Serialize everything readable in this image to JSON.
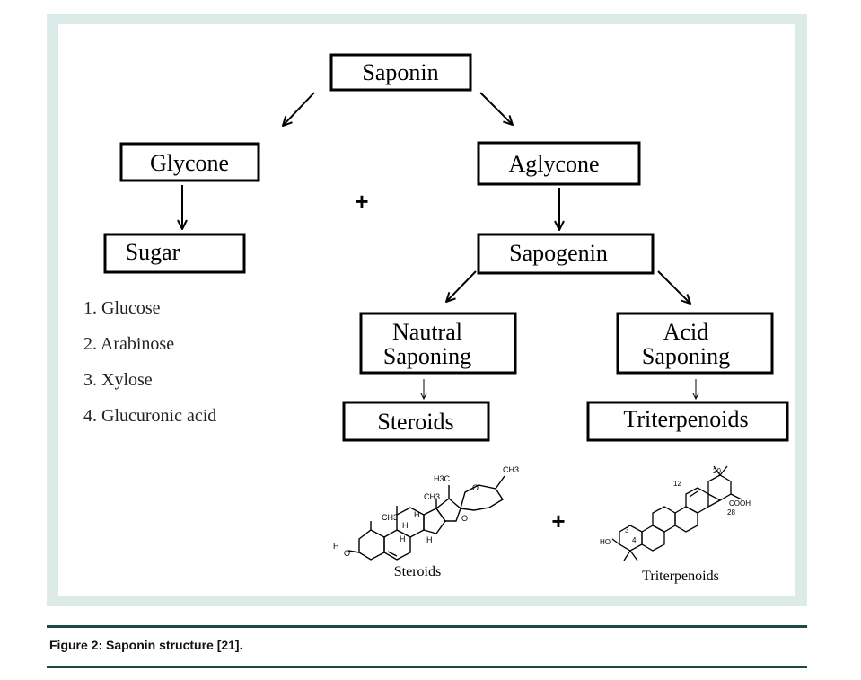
{
  "nodes": {
    "saponin": "Saponin",
    "glycone": "Glycone",
    "aglycone": "Aglycone",
    "sugar": "Sugar",
    "sapogenin": "Sapogenin",
    "nautral_line1": "Nautral",
    "nautral_line2": "Saponing",
    "acid_line1": "Acid",
    "acid_line2": "Saponing",
    "steroids": "Steroids",
    "triterpenoids": "Triterpenoids"
  },
  "plus": "+",
  "sugars": [
    "1. Glucose",
    "2. Arabinose",
    "3. Xylose",
    "4. Glucuronic acid"
  ],
  "structures": {
    "steroid_caption": "Steroids",
    "triterpenoid_caption": "Triterpenoids",
    "steroid_labels": {
      "h3c": "H3C",
      "ch3_top": "CH3",
      "ch3_mid": "CH3",
      "ch3_low": "CH3",
      "o_ring1": "O",
      "o_ring2": "O",
      "h1": "H",
      "h2": "H",
      "h3": "H",
      "h4": "H",
      "ho": "H",
      "ho_o": "O"
    },
    "triterpenoid_labels": {
      "n20": "20",
      "n12": "12",
      "cooh": "COOH",
      "n28": "28",
      "n3": "3",
      "n4": "4",
      "ho": "HO"
    }
  },
  "caption": "Figure 2: Saponin structure [21]."
}
